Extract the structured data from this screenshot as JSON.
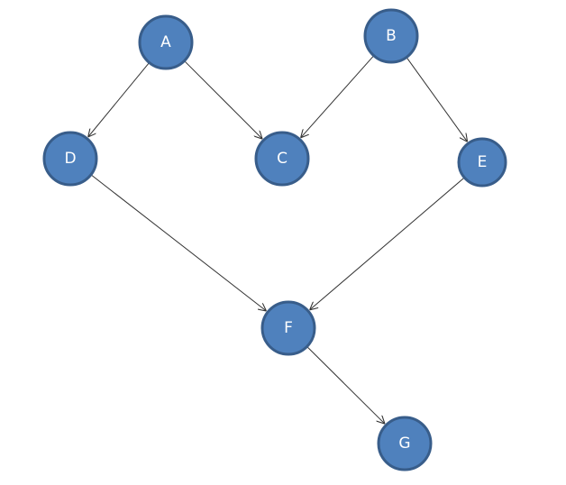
{
  "diagram": {
    "type": "directed-graph",
    "colors": {
      "node_fill": "#4F81BD",
      "node_stroke": "#385D8A",
      "label": "#FFFFFF",
      "edge": "#333333"
    },
    "nodes": [
      {
        "id": "A",
        "label": "A"
      },
      {
        "id": "B",
        "label": "B"
      },
      {
        "id": "C",
        "label": "C"
      },
      {
        "id": "D",
        "label": "D"
      },
      {
        "id": "E",
        "label": "E"
      },
      {
        "id": "F",
        "label": "F"
      },
      {
        "id": "G",
        "label": "G"
      }
    ],
    "edges": [
      {
        "from": "A",
        "to": "D"
      },
      {
        "from": "A",
        "to": "C"
      },
      {
        "from": "B",
        "to": "C"
      },
      {
        "from": "B",
        "to": "E"
      },
      {
        "from": "D",
        "to": "F"
      },
      {
        "from": "E",
        "to": "F"
      },
      {
        "from": "F",
        "to": "G"
      }
    ]
  }
}
